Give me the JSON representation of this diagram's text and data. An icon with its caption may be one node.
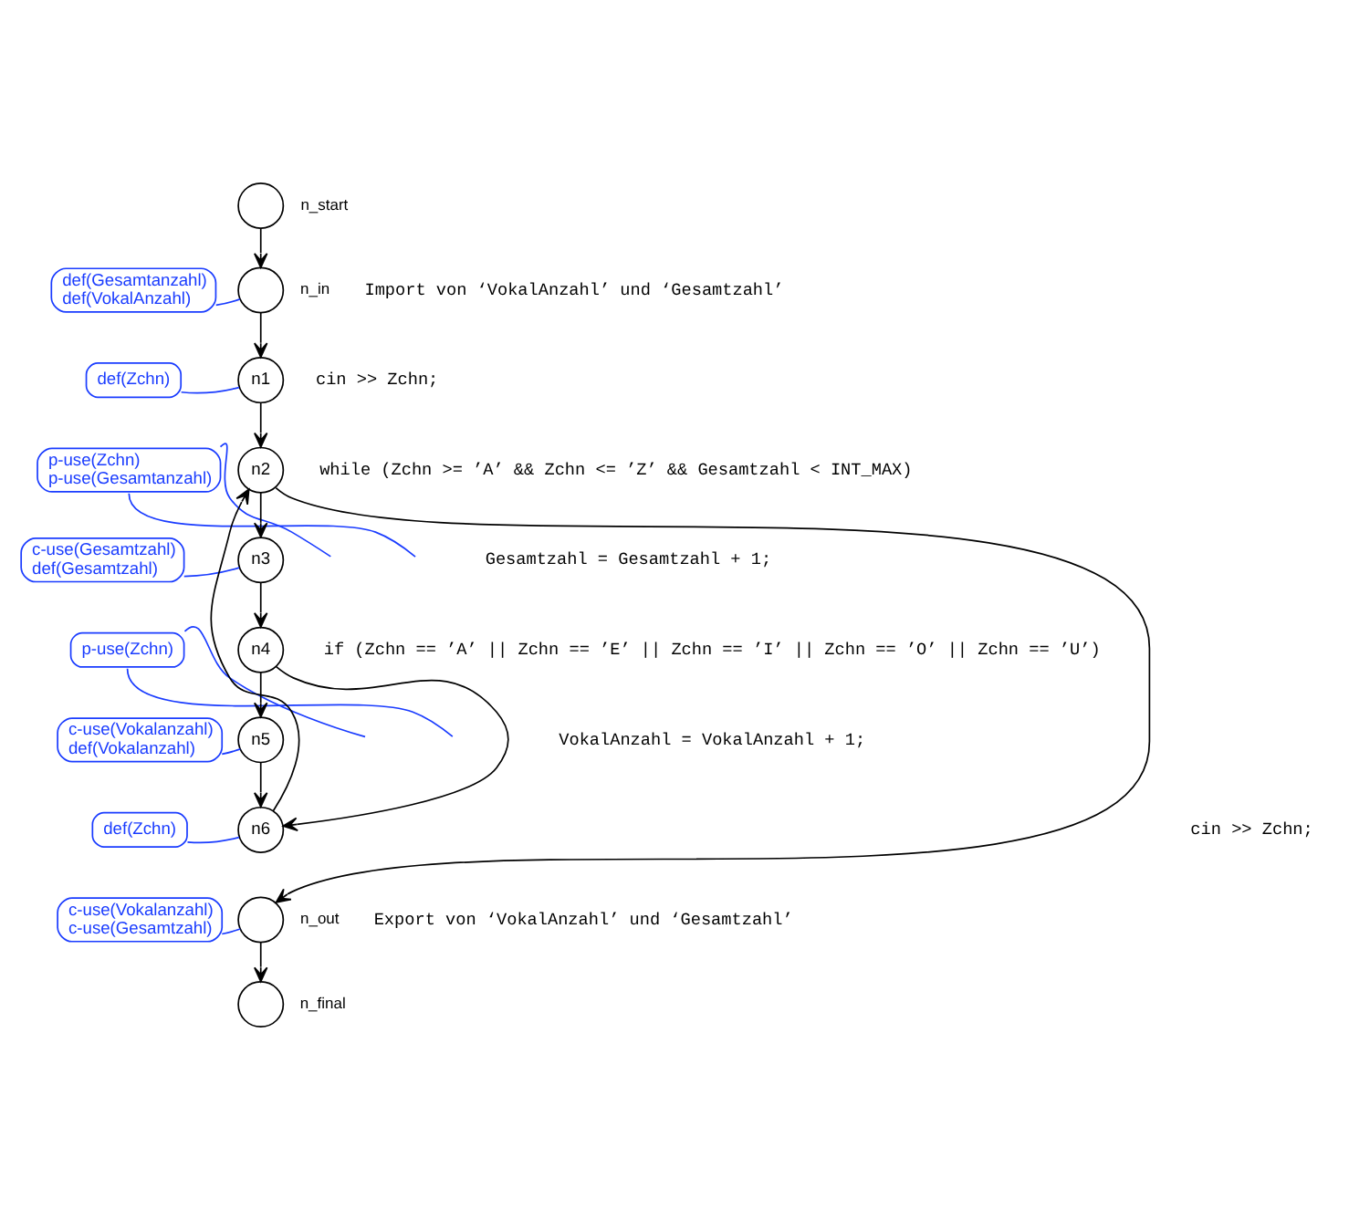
{
  "diagram": {
    "nodes": [
      {
        "text": [],
        "shape": "circle",
        "beside": [
          "n_start"
        ]
      },
      {
        "text": [
          "def(Gesamtanzahl)",
          "def(VokalAnzahl)"
        ]
      },
      {
        "text": [],
        "shape": "circle",
        "beside": [
          "n_in"
        ]
      },
      {
        "text": [
          "def(Zchn)"
        ]
      },
      {
        "text": [
          "n1"
        ]
      },
      {
        "text": [
          "p-use(Zchn)",
          "p-use(Gesamtanzahl)"
        ]
      },
      {
        "text": [
          "n2"
        ]
      },
      {
        "text": [
          "c-use(Gesamtzahl)",
          "def(Gesamtzahl)"
        ]
      },
      {
        "text": [
          "n3"
        ]
      },
      {
        "text": [
          "p-use(Zchn)"
        ]
      },
      {
        "text": [
          "n4"
        ]
      },
      {
        "text": [
          "c-use(Vokalanzahl)",
          "def(Vokalanzahl)"
        ]
      },
      {
        "text": [
          "n5"
        ]
      },
      {
        "text": [
          "def(Zchn)"
        ]
      },
      {
        "text": [
          "n6"
        ]
      },
      {
        "text": [
          "c-use(Vokalanzahl)",
          "c-use(Gesamtzahl)"
        ]
      },
      {
        "text": [],
        "shape": "circle",
        "beside": [
          "n_out"
        ]
      },
      {
        "text": [],
        "shape": "circle",
        "beside": [
          "n_final"
        ]
      }
    ],
    "edges": [
      {
        "from": 0,
        "to": 2,
        "arrow": "to"
      },
      {
        "from": 2,
        "to": 4,
        "arrow": "to"
      },
      {
        "from": 4,
        "to": 6,
        "arrow": "to"
      },
      {
        "from": 6,
        "to": 8,
        "arrow": "to"
      },
      {
        "from": 8,
        "to": 10,
        "arrow": "to"
      },
      {
        "from": 10,
        "to": 12,
        "arrow": "to"
      },
      {
        "from": 12,
        "to": 14,
        "arrow": "to"
      },
      {
        "from": 10,
        "to": 14,
        "arrow": "to"
      },
      {
        "from": 14,
        "to": 6,
        "arrow": "to"
      },
      {
        "from": 6,
        "to": 16,
        "arrow": "to"
      },
      {
        "from": 16,
        "to": 17,
        "arrow": "to"
      },
      {
        "from": 1,
        "to": 2,
        "arrow": "none",
        "color": "#1a3cff"
      },
      {
        "from": 3,
        "to": 4,
        "arrow": "none",
        "color": "#1a3cff"
      },
      {
        "from": 5,
        "to": null,
        "arrow": "none",
        "color": "#1a3cff"
      },
      {
        "from": 5,
        "to": null,
        "arrow": "none",
        "color": "#1a3cff"
      },
      {
        "from": 7,
        "to": 8,
        "arrow": "none",
        "color": "#1a3cff"
      },
      {
        "from": 9,
        "to": null,
        "arrow": "none",
        "color": "#1a3cff"
      },
      {
        "from": 9,
        "to": null,
        "arrow": "none",
        "color": "#1a3cff"
      },
      {
        "from": 11,
        "to": 12,
        "arrow": "none",
        "color": "#1a3cff"
      },
      {
        "from": 13,
        "to": 14,
        "arrow": "none",
        "color": "#1a3cff"
      },
      {
        "from": 15,
        "to": 16,
        "arrow": "none",
        "color": "#1a3cff"
      }
    ],
    "labels": [
      "Import von ‘VokalAnzahl’ und ‘Gesamtzahl’",
      "cin >> Zchn;",
      "while (Zchn >= ’A’ && Zchn <= ’Z’ && Gesamtzahl < INT_MAX)",
      "Gesamtzahl = Gesamtzahl + 1;",
      "if (Zchn == ’A’ || Zchn == ’E’ || Zchn == ’I’ || Zchn == ’O’ || Zchn == ’U’)",
      "VokalAnzahl = VokalAnzahl + 1;",
      "cin >> Zchn;",
      "Export von ‘VokalAnzahl’ und ‘Gesamtzahl’"
    ]
  }
}
